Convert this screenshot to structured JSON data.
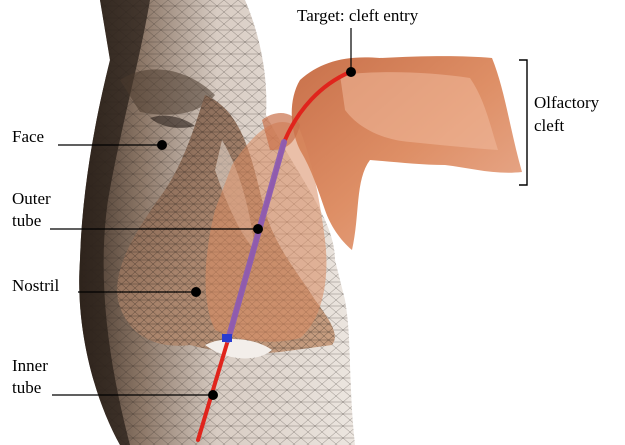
{
  "labels": {
    "target": "Target: cleft entry",
    "olfactory_line1": "Olfactory",
    "olfactory_line2": "cleft",
    "face": "Face",
    "outer_line1": "Outer",
    "outer_line2": "tube",
    "nostril": "Nostril",
    "inner_line1": "Inner",
    "inner_line2": "tube"
  },
  "colors": {
    "background": "#ffffff",
    "skin_mesh": "#d9cec6",
    "skin_shadow": "#5a4638",
    "cleft_surface": "#d9835a",
    "cleft_light": "#f2b89a",
    "inner_tube": "#e0241c",
    "outer_tube": "#8b5fb5",
    "tube_joint": "#2a3cd0",
    "callout": "#000000"
  }
}
